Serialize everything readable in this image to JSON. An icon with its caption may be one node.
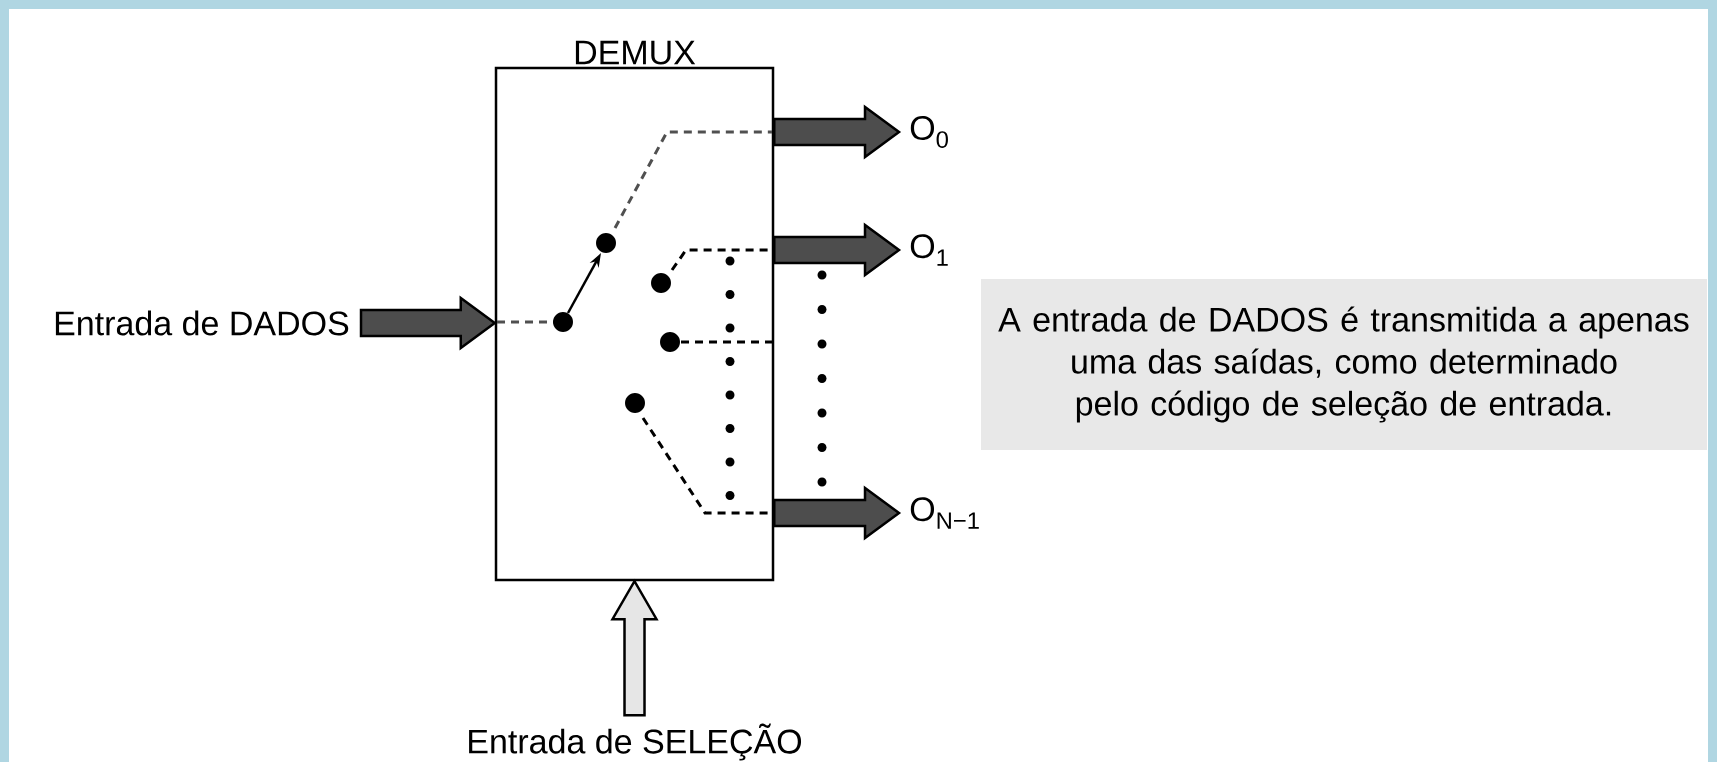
{
  "diagram": {
    "nodes": [
      {
        "text": [
          "DEMUX"
        ]
      },
      {
        "text": [
          "Entrada de DADOS"
        ]
      },
      {
        "text": [
          "O$_{0}$"
        ]
      },
      {
        "text": [
          "O$_{1}$"
        ]
      },
      {
        "text": [
          "O$_{N−1}$"
        ]
      },
      {
        "text": [
          "Entrada de SELEÇÃO"
        ]
      },
      {
        "text": [
          "A entrada de DADOS é transmitida a apenas uma das saídas, como determinado pelo código de seleção de entrada."
        ]
      }
    ],
    "edges": [
      {
        "from": 1,
        "to": 0,
        "arrow": "to"
      },
      {
        "from": 0,
        "to": 2,
        "arrow": "to"
      },
      {
        "from": 0,
        "to": 3,
        "arrow": "to"
      },
      {
        "from": 0,
        "to": 4,
        "arrow": "to"
      },
      {
        "from": 5,
        "to": 0,
        "arrow": "to",
        "color": "#e6e6e6"
      }
    ]
  }
}
